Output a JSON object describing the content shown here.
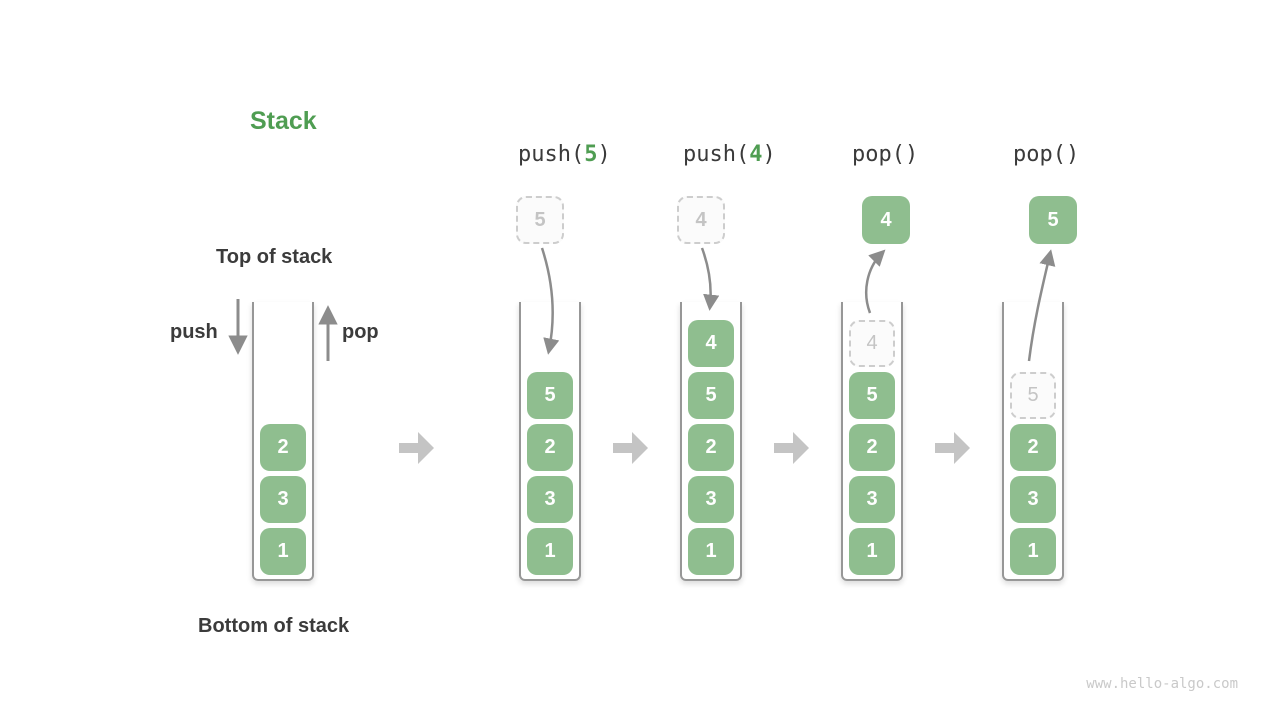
{
  "page": {
    "title": "Stack",
    "watermark": "www.hello-algo.com"
  },
  "colors": {
    "box_green": "#8fbe8f",
    "title_green": "#4f9d52",
    "label_dark": "#3b3b3b",
    "arrow_gray": "#8c8c8c",
    "block_arrow_gray": "#c4c4c4",
    "dashed_border": "#cdcdcd",
    "dashed_text": "#c4c4c4",
    "well_border": "#979797",
    "watermark_gray": "#c9c9c9"
  },
  "main_stack": {
    "top_label": "Top of stack",
    "bottom_label": "Bottom of stack",
    "push_label": "push",
    "pop_label": "pop",
    "items": [
      "2",
      "3",
      "1"
    ]
  },
  "operations": [
    {
      "label_prefix": "push(",
      "label_arg": "5",
      "label_suffix": ")",
      "floating": {
        "value": "5",
        "kind": "dashed"
      },
      "stack": [
        {
          "value": "5",
          "kind": "solid"
        },
        {
          "value": "2",
          "kind": "solid"
        },
        {
          "value": "3",
          "kind": "solid"
        },
        {
          "value": "1",
          "kind": "solid"
        }
      ]
    },
    {
      "label_prefix": "push(",
      "label_arg": "4",
      "label_suffix": ")",
      "floating": {
        "value": "4",
        "kind": "dashed"
      },
      "stack": [
        {
          "value": "4",
          "kind": "solid"
        },
        {
          "value": "5",
          "kind": "solid"
        },
        {
          "value": "2",
          "kind": "solid"
        },
        {
          "value": "3",
          "kind": "solid"
        },
        {
          "value": "1",
          "kind": "solid"
        }
      ]
    },
    {
      "label_prefix": "pop(",
      "label_arg": "",
      "label_suffix": ")",
      "floating": {
        "value": "4",
        "kind": "solid"
      },
      "stack": [
        {
          "value": "4",
          "kind": "dashed"
        },
        {
          "value": "5",
          "kind": "solid"
        },
        {
          "value": "2",
          "kind": "solid"
        },
        {
          "value": "3",
          "kind": "solid"
        },
        {
          "value": "1",
          "kind": "solid"
        }
      ]
    },
    {
      "label_prefix": "pop(",
      "label_arg": "",
      "label_suffix": ")",
      "floating": {
        "value": "5",
        "kind": "solid"
      },
      "stack": [
        {
          "value": "5",
          "kind": "dashed"
        },
        {
          "value": "2",
          "kind": "solid"
        },
        {
          "value": "3",
          "kind": "solid"
        },
        {
          "value": "1",
          "kind": "solid"
        }
      ]
    }
  ]
}
